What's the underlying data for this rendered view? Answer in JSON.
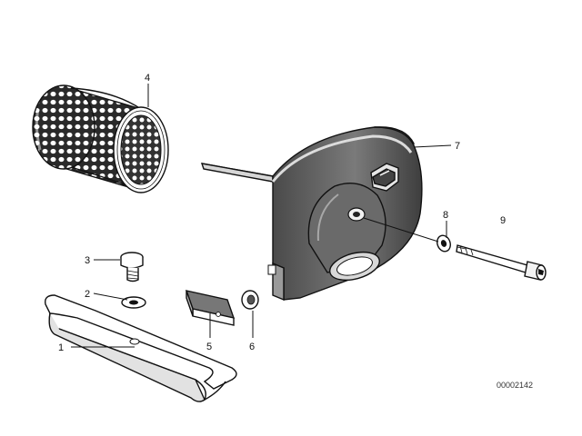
{
  "diagram": {
    "callouts": [
      {
        "id": "1",
        "text": "1"
      },
      {
        "id": "2",
        "text": "2"
      },
      {
        "id": "3",
        "text": "3"
      },
      {
        "id": "4",
        "text": "4"
      },
      {
        "id": "5",
        "text": "5"
      },
      {
        "id": "6",
        "text": "6"
      },
      {
        "id": "7",
        "text": "7"
      },
      {
        "id": "8",
        "text": "8"
      },
      {
        "id": "9",
        "text": "9"
      }
    ],
    "drawing_code": "00002142"
  },
  "colors": {
    "ink": "#111111",
    "paper": "#ffffff",
    "shade": "#5a5a5a"
  }
}
